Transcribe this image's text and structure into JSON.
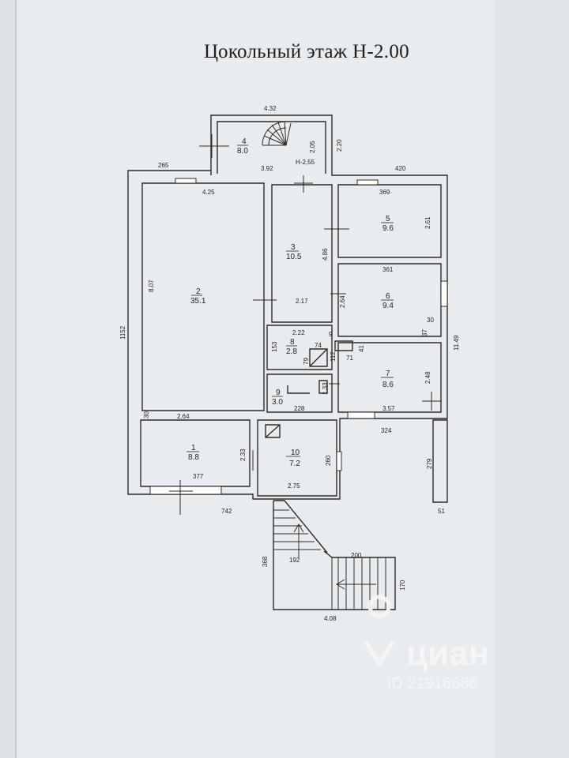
{
  "title": "Цокольный этаж Н-2.00",
  "rooms": [
    {
      "num": "1",
      "area": "8.8"
    },
    {
      "num": "2",
      "area": "35.1"
    },
    {
      "num": "3",
      "area": "10.5"
    },
    {
      "num": "4",
      "area": "8.0"
    },
    {
      "num": "5",
      "area": "9.6"
    },
    {
      "num": "6",
      "area": "9.4"
    },
    {
      "num": "7",
      "area": "8.6"
    },
    {
      "num": "8",
      "area": "2.8"
    },
    {
      "num": "9",
      "area": "3.0"
    },
    {
      "num": "10",
      "area": "7.2"
    }
  ],
  "level_mark": "Н-2,55",
  "dimensions": {
    "d432": "4.32",
    "d205": "2.05",
    "d220": "2.20",
    "d392": "3.92",
    "d265": "265",
    "d420": "420",
    "d425": "4.25",
    "d369": "369",
    "d261": "2.61",
    "d486": "4.86",
    "d361": "361",
    "d807": "8.07",
    "d1152": "1152",
    "d217": "2.17",
    "d264v": "2.64",
    "d30": "30",
    "d37": "37",
    "d1149": "11.49",
    "d222": "2.22",
    "d153": "153",
    "d74": "74",
    "d79": "79",
    "d112": "112",
    "d9": "9",
    "d41": "41",
    "d71": "71",
    "d248": "2.48",
    "d133": "1.33",
    "d228": "228",
    "d357": "3.57",
    "d30b": "30",
    "d264h": "2.64",
    "d324": "324",
    "d233": "2.33",
    "d260": "260",
    "d279": "279",
    "d377": "377",
    "d275": "2.75",
    "d51": "51",
    "d742": "742",
    "d368": "368",
    "d192": "192",
    "d200": "200",
    "d170": "170",
    "d408": "4.08"
  },
  "watermark": {
    "brand": "циан",
    "id": "ID 21916686"
  }
}
